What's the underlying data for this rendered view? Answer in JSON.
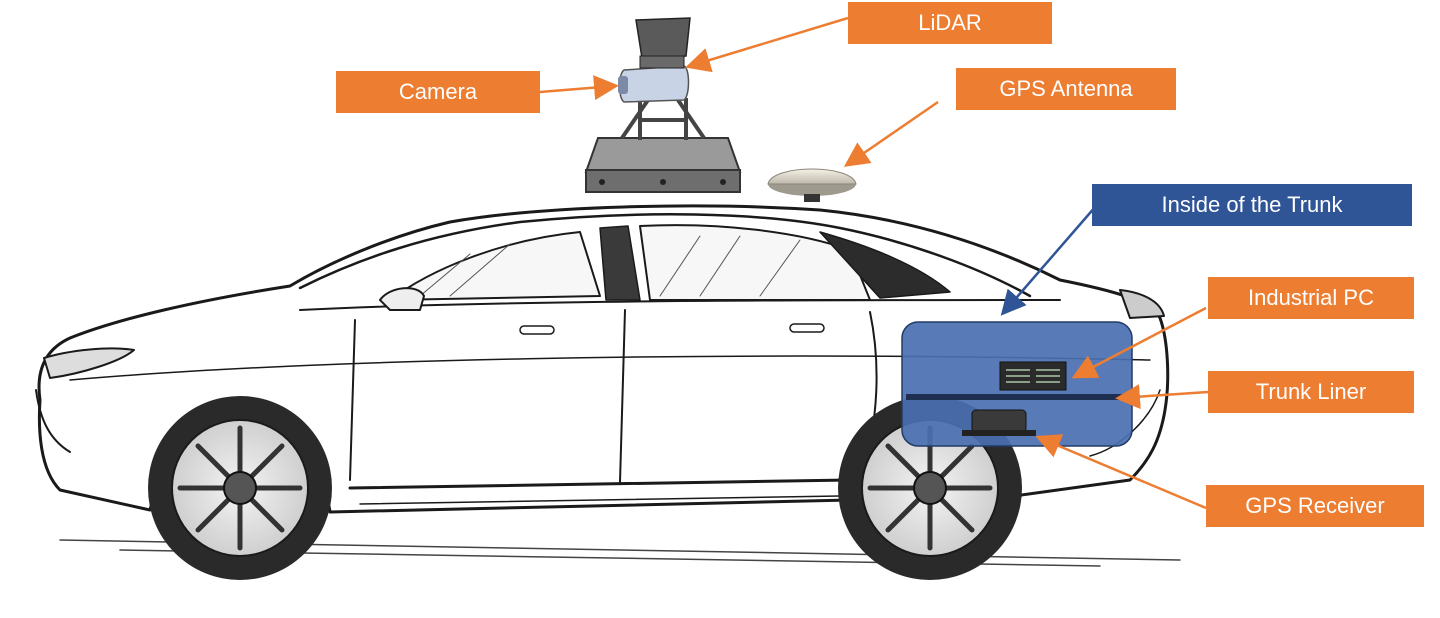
{
  "labels": {
    "lidar": "LiDAR",
    "camera": "Camera",
    "gps_antenna": "GPS Antenna",
    "inside_trunk": "Inside of the Trunk",
    "industrial_pc": "Industrial PC",
    "trunk_liner": "Trunk Liner",
    "gps_receiver": "GPS Receiver"
  },
  "colors": {
    "callout_orange": "#ED7D31",
    "callout_blue": "#2F5597",
    "trunk_inset": "#4A6FB0",
    "sketch_line": "#1a1a1a"
  },
  "icons": {
    "vehicle": "sedan-sketch",
    "lidar": "lidar-sensor",
    "camera": "camera-unit",
    "antenna": "gps-puck-antenna",
    "pc": "industrial-pc",
    "receiver": "gps-receiver-box"
  }
}
